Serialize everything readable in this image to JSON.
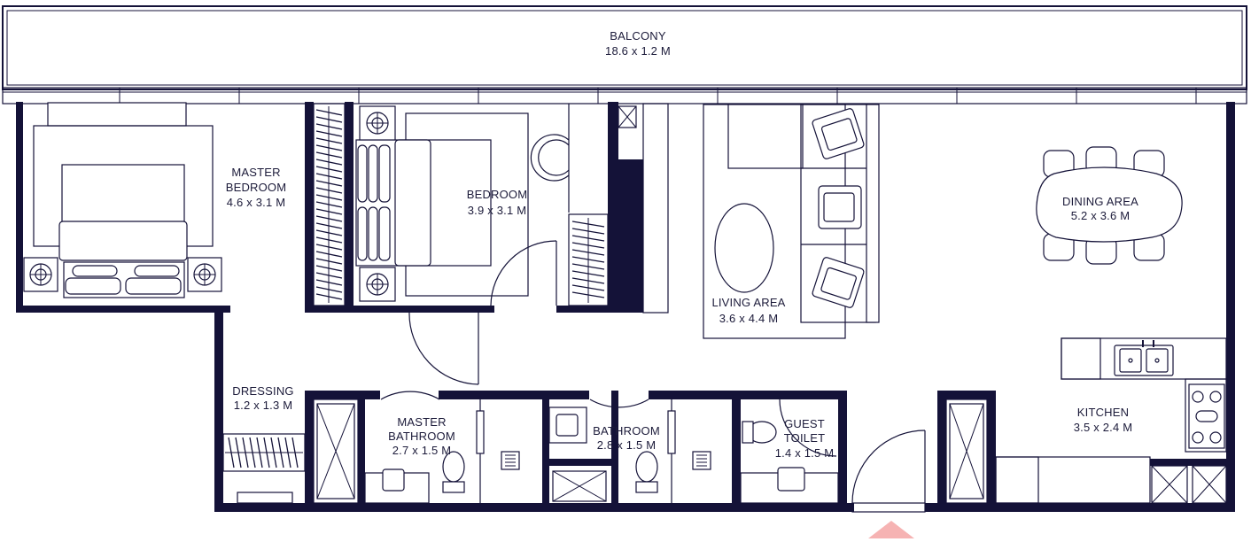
{
  "rooms": {
    "balcony": {
      "name": "BALCONY",
      "size": "18.6 x 1.2 M"
    },
    "master_bedroom": {
      "name_line1": "MASTER",
      "name_line2": "BEDROOM",
      "size": "4.6 x 3.1 M"
    },
    "bedroom": {
      "name": "BEDROOM",
      "size": "3.9 x 3.1 M"
    },
    "living_area": {
      "name": "LIVING AREA",
      "size": "3.6 x 4.4 M"
    },
    "dining_area": {
      "name": "DINING AREA",
      "size": "5.2 x 3.6 M"
    },
    "dressing": {
      "name": "DRESSING",
      "size": "1.2 x 1.3 M"
    },
    "master_bathroom": {
      "name_line1": "MASTER",
      "name_line2": "BATHROOM",
      "size": "2.7 x 1.5 M"
    },
    "bathroom": {
      "name": "BATHROOM",
      "size": "2.8 x 1.5 M"
    },
    "guest_toilet": {
      "name_line1": "GUEST",
      "name_line2": "TOILET",
      "size": "1.4 x 1.5 M"
    },
    "kitchen": {
      "name": "KITCHEN",
      "size": "3.5 x 2.4 M"
    }
  },
  "colors": {
    "wall": "#141238",
    "text": "#1c1b3a",
    "entrance_marker": "#f6b3b3",
    "background": "#ffffff"
  }
}
